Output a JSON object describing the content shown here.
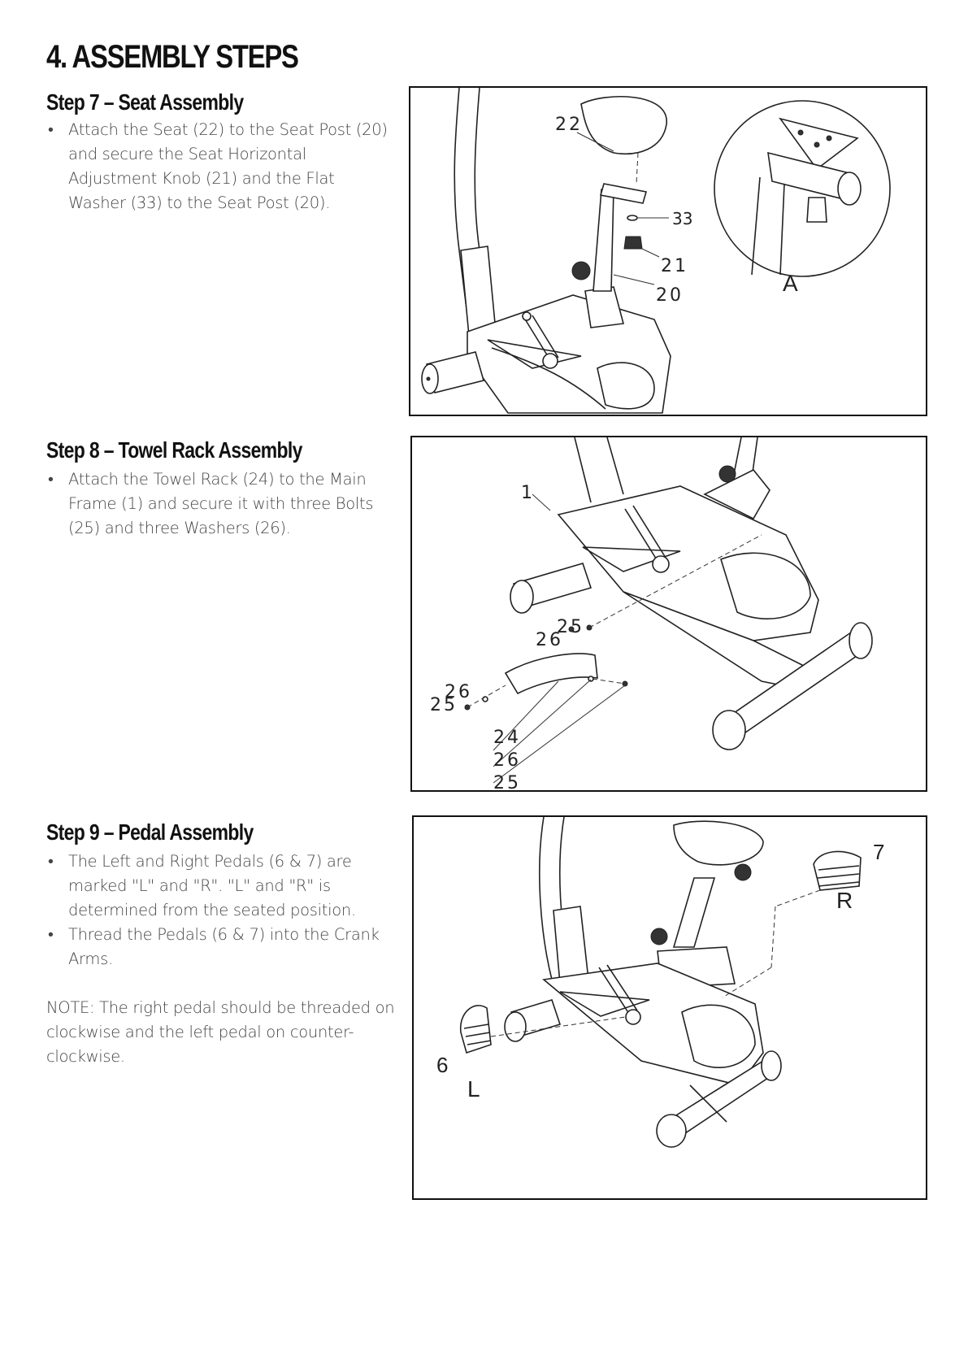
{
  "page": {
    "title": "4. ASSEMBLY STEPS"
  },
  "steps": [
    {
      "heading": "Step 7 – Seat Assembly",
      "bullets": [
        "Attach the Seat (22) to the Seat Post (20) and secure the Seat Horizontal Adjustment Knob (21) and the Flat Washer (33) to the Seat Post (20)."
      ],
      "figure": {
        "callouts": [
          "22",
          "33",
          "21",
          "20",
          "A"
        ]
      }
    },
    {
      "heading": "Step 8 – Towel Rack Assembly",
      "bullets": [
        "Attach the Towel Rack (24) to the Main Frame (1) and secure it with three Bolts (25) and three Washers (26)."
      ],
      "figure": {
        "callouts": [
          "1",
          "25",
          "26",
          "26",
          "25",
          "24",
          "26",
          "25"
        ]
      }
    },
    {
      "heading": "Step 9 – Pedal Assembly",
      "bullets": [
        "The Left and Right Pedals (6 & 7) are marked \"L\" and \"R\". \"L\" and \"R\" is determined from the seated position.",
        "Thread the Pedals (6 & 7) into the Crank Arms."
      ],
      "note": "NOTE: The right pedal should be threaded on clockwise and the left pedal on counter-clockwise.",
      "figure": {
        "callouts": [
          "7",
          "R",
          "6",
          "L"
        ]
      }
    }
  ]
}
